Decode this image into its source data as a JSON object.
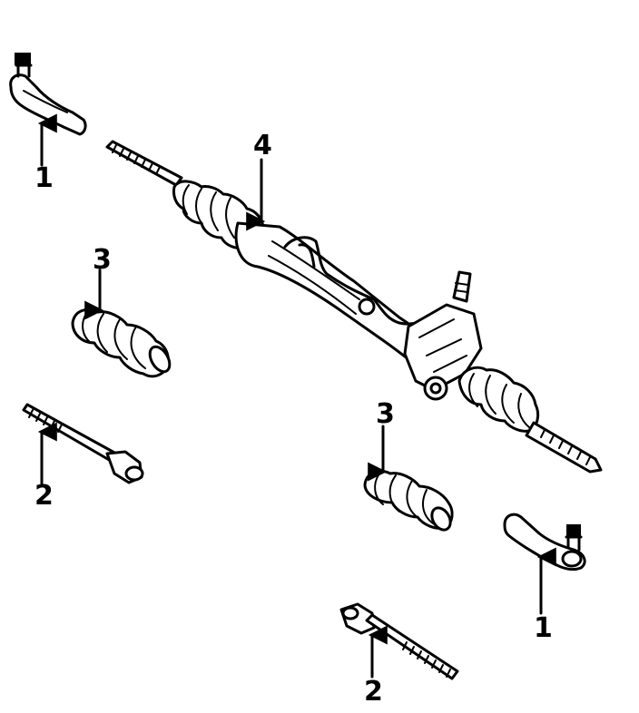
{
  "callouts": {
    "tie_rod_end_left": "1",
    "tie_rod_end_right": "1",
    "inner_tie_rod_left": "2",
    "inner_tie_rod_right": "2",
    "boot_left": "3",
    "boot_right": "3",
    "rack_assembly": "4"
  },
  "colors": {
    "ink": "#000000",
    "paper": "#ffffff"
  }
}
